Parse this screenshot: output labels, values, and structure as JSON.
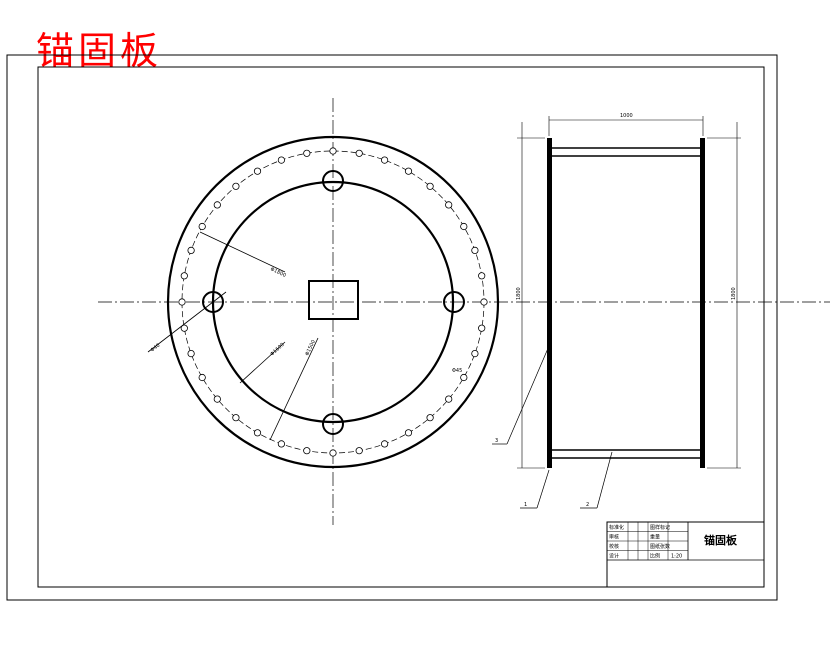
{
  "title": "锚固板",
  "front_view": {
    "dimension_labels": [
      "Φ1800",
      "Φ1600",
      "Φ1500",
      "Φ40"
    ]
  },
  "side_view": {
    "width_label": "1000",
    "left_height_label": "1800",
    "right_height_label": "1800",
    "part_callouts": [
      "1",
      "2",
      "3"
    ]
  },
  "title_block": {
    "drawing_name": "锚固板",
    "cells": [
      [
        "标准化",
        "",
        "",
        "图样标记",
        ""
      ],
      [
        "审核",
        "",
        "",
        "重量",
        ""
      ],
      [
        "校核",
        "",
        "",
        "图纸张数",
        ""
      ],
      [
        "设计",
        "",
        "",
        "比例",
        "1:20"
      ]
    ]
  }
}
